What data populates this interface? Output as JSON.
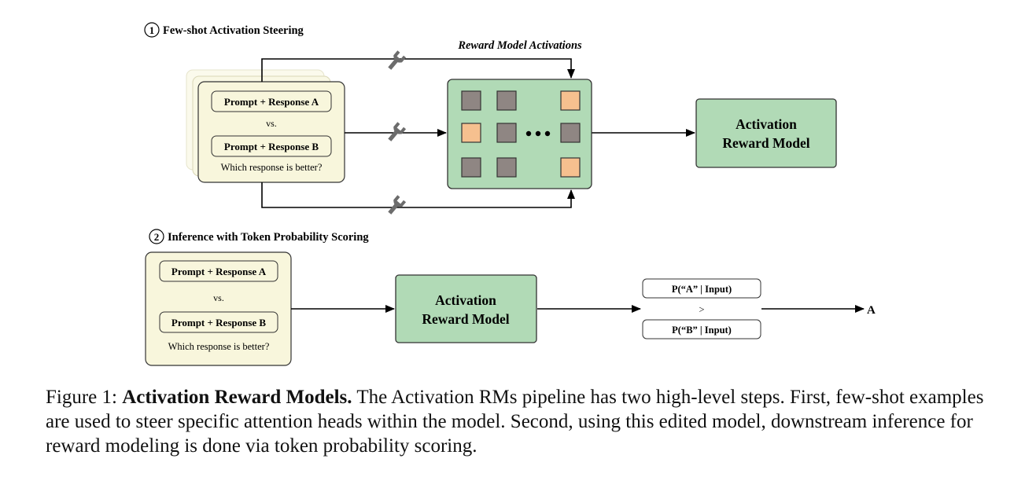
{
  "step1": {
    "number": "1",
    "title": "Few-shot Activation Steering"
  },
  "step2": {
    "number": "2",
    "title": "Inference with Token Probability Scoring"
  },
  "reward_activations_label": "Reward Model Activations",
  "prompt_card": {
    "response_a": "Prompt + Response A",
    "vs": "vs.",
    "response_b": "Prompt + Response B",
    "question": "Which response is better?"
  },
  "activation_rm": {
    "line1": "Activation",
    "line2": "Reward Model"
  },
  "scoring": {
    "pa": "P(“A” | Input)",
    "gt": ">",
    "pb": "P(“B” | Input)",
    "output": "A"
  },
  "colors": {
    "card": "#f8f6dc",
    "green": "#b1dab6",
    "gray_cell": "#8f8683",
    "orange_cell": "#f6c08f",
    "wrench": "#6c6c6c"
  },
  "caption": {
    "prefix": "Figure 1: ",
    "bold": "Activation Reward Models.",
    "rest": " The Activation RMs pipeline has two high-level steps. First, few-shot examples are used to steer specific attention heads within the model. Second, using this edited model, downstream inference for reward modeling is done via token probability scoring."
  }
}
